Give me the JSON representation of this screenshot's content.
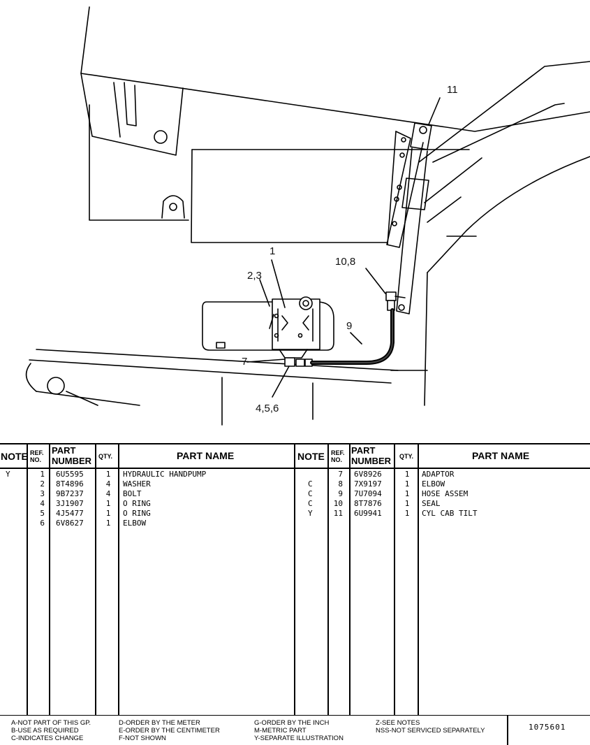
{
  "callouts": {
    "c11": "11",
    "c1": "1",
    "c23": "2,3",
    "c108": "10,8",
    "c9": "9",
    "c7": "7",
    "c456": "4,5,6"
  },
  "headers": {
    "note": "NOTE",
    "ref_l1": "REF.",
    "ref_l2": "NO.",
    "part_l1": "PART",
    "part_l2": "NUMBER",
    "qty": "QTY.",
    "part_name": "PART NAME"
  },
  "left_rows": [
    {
      "note": "Y",
      "ref": "1",
      "part": "6U5595",
      "qty": "1",
      "name": "HYDRAULIC HANDPUMP"
    },
    {
      "note": "",
      "ref": "2",
      "part": "8T4896",
      "qty": "4",
      "name": "WASHER"
    },
    {
      "note": "",
      "ref": "3",
      "part": "9B7237",
      "qty": "4",
      "name": "BOLT"
    },
    {
      "note": "",
      "ref": "4",
      "part": "3J1907",
      "qty": "1",
      "name": "O RING"
    },
    {
      "note": "",
      "ref": "5",
      "part": "4J5477",
      "qty": "1",
      "name": "O RING"
    },
    {
      "note": "",
      "ref": "6",
      "part": "6V8627",
      "qty": "1",
      "name": "ELBOW"
    }
  ],
  "right_rows": [
    {
      "note": "",
      "ref": "7",
      "part": "6V8926",
      "qty": "1",
      "name": "ADAPTOR"
    },
    {
      "note": "C",
      "ref": "8",
      "part": "7X9197",
      "qty": "1",
      "name": "ELBOW"
    },
    {
      "note": "C",
      "ref": "9",
      "part": "7U7094",
      "qty": "1",
      "name": "HOSE ASSEM"
    },
    {
      "note": "C",
      "ref": "10",
      "part": "8T7876",
      "qty": "1",
      "name": "SEAL"
    },
    {
      "note": "Y",
      "ref": "11",
      "part": "6U9941",
      "qty": "1",
      "name": "CYL CAB TILT"
    }
  ],
  "legend": {
    "col1": [
      "A-NOT PART OF THIS GP.",
      "B-USE AS REQUIRED",
      "C-INDICATES CHANGE"
    ],
    "col2": [
      "D-ORDER BY THE METER",
      "E-ORDER BY THE CENTIMETER",
      "F-NOT SHOWN"
    ],
    "col3": [
      "G-ORDER BY THE INCH",
      "M-METRIC PART",
      "Y-SEPARATE ILLUSTRATION"
    ],
    "col4": [
      "Z-SEE NOTES",
      "NSS-NOT SERVICED SEPARATELY"
    ],
    "doc_number": "1075601"
  }
}
